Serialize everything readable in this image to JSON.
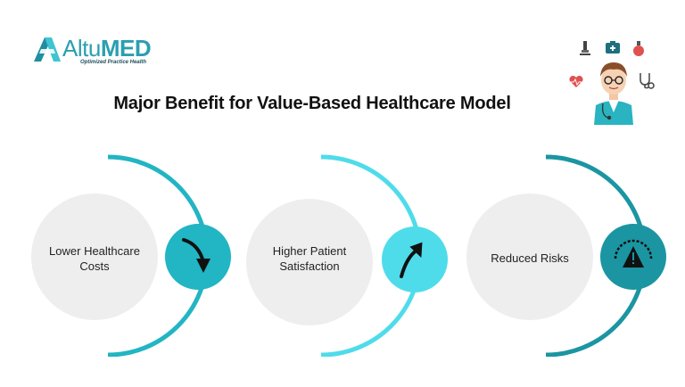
{
  "brand": {
    "name_part1": "Altu",
    "name_part2": "MED",
    "tagline": "Optimized Practice Health"
  },
  "title": "Major Benefit for Value-Based Healthcare Model",
  "benefits": [
    {
      "label_line1": "Lower Healthcare",
      "label_line2": "Costs",
      "icon": "arrow-down-right-icon",
      "color": "#22b5c3"
    },
    {
      "label_line1": "Higher Patient",
      "label_line2": "Satisfaction",
      "icon": "arrow-up-right-icon",
      "color": "#4fdcea"
    },
    {
      "label_line1": "Reduced Risks",
      "label_line2": "",
      "icon": "risk-gauge-icon",
      "color": "#1b95a2"
    }
  ],
  "colors": {
    "teal_dark": "#1b95a2",
    "teal": "#22b5c3",
    "teal_light": "#4fdcea",
    "circle_gray": "#eeeeee"
  }
}
